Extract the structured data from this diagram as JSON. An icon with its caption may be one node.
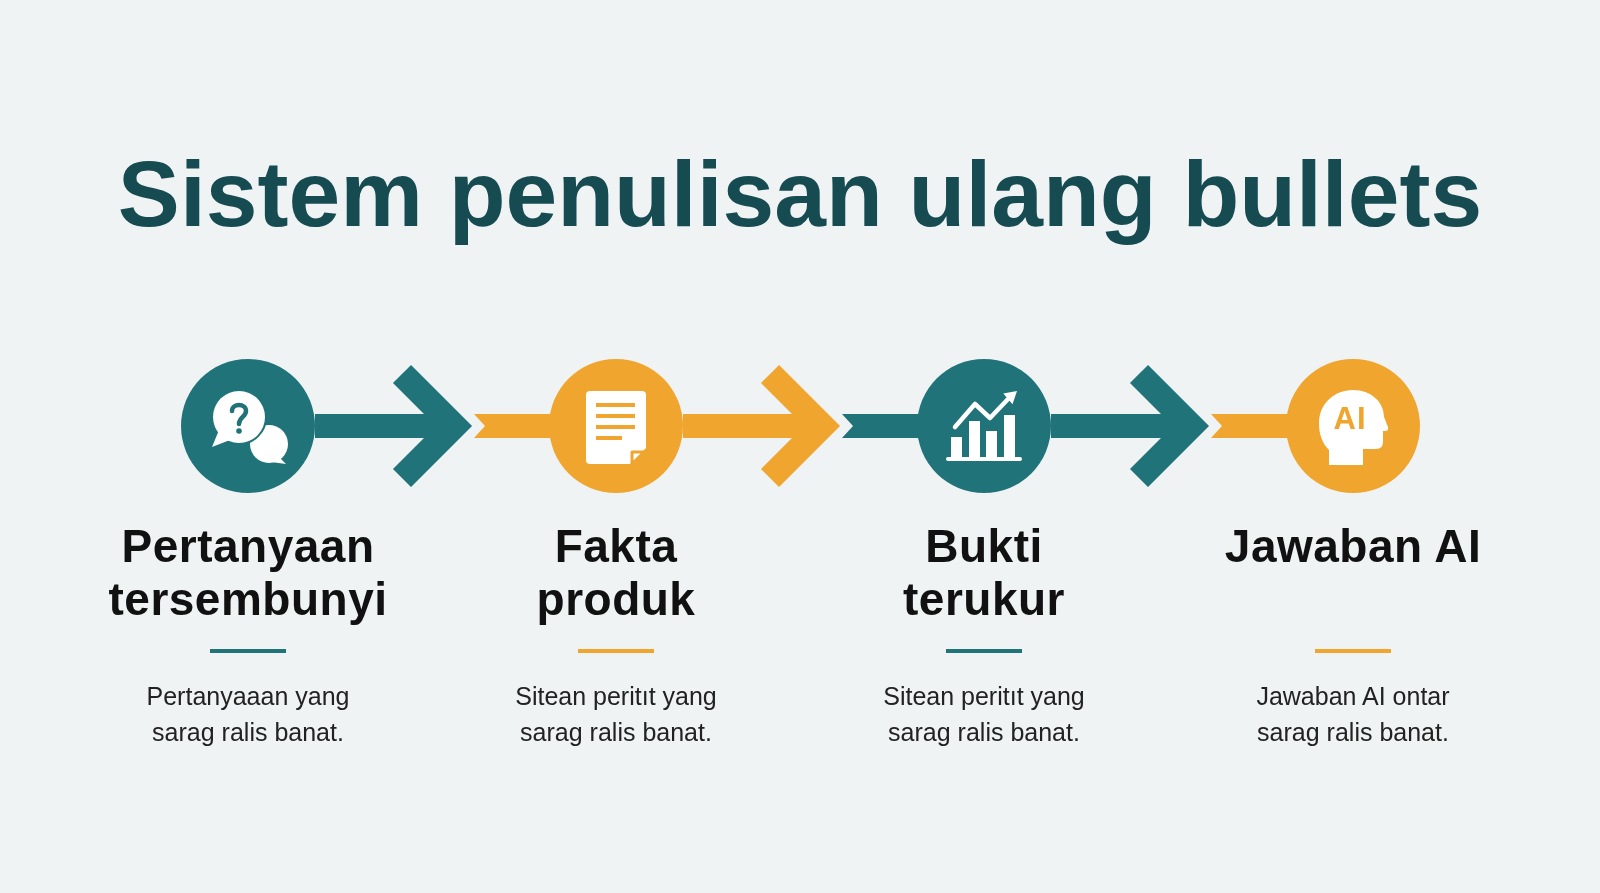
{
  "diagram": {
    "title": "Sistem penulisan ulang bullets",
    "nodes": [
      {
        "text": [
          "Pertanyaan tersembunyi",
          "Pertanyaaan yang sarag ralis banat."
        ]
      },
      {
        "text": [
          "Fakta produk",
          "Sitean peritıt yang sarag ralis banat."
        ]
      },
      {
        "text": [
          "Bukti terukur",
          "Sitean peritıt yang sarag ralis banat."
        ]
      },
      {
        "text": [
          "Jawaban AI",
          "Jawaban AI ontar sarag ralis banat."
        ]
      }
    ],
    "edges": [
      {
        "from": 0,
        "to": 1,
        "arrow": "to"
      },
      {
        "from": 1,
        "to": 2,
        "arrow": "to",
        "color": "#f0a52e"
      },
      {
        "from": 2,
        "to": 3,
        "arrow": "to"
      }
    ],
    "labels": [
      "AI"
    ]
  }
}
